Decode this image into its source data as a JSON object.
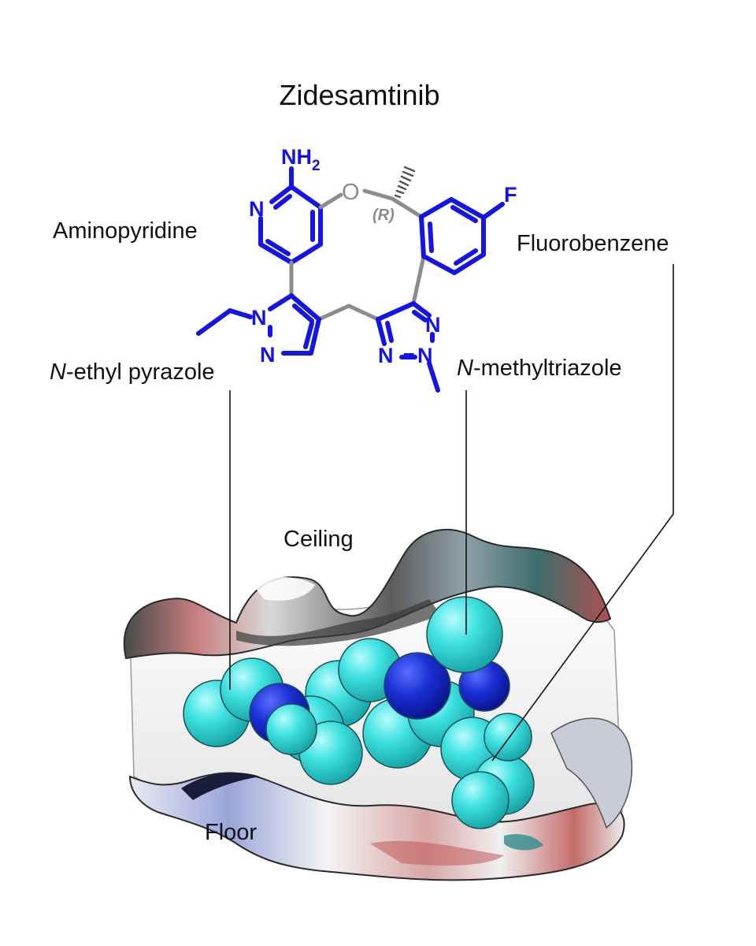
{
  "title": "Zidesamtinib",
  "labels": {
    "aminopyridine": "Aminopyridine",
    "fluorobenzene": "Fluorobenzene",
    "n_ethyl_prefix": "N",
    "n_ethyl_rest": "-ethyl pyrazole",
    "n_methyl_prefix": "N",
    "n_methyl_rest": "-methyltriazole",
    "ceiling": "Ceiling",
    "floor": "Floor"
  },
  "atoms": {
    "nh2_main": "NH",
    "nh2_sub": "2",
    "pyridine_n": "N",
    "ether_o": "O",
    "fluorine": "F",
    "stereo": "(R)",
    "pyrazole_n1": "N",
    "pyrazole_n2": "N",
    "triazole_n1": "N",
    "triazole_n2": "N",
    "triazole_n3": "N"
  },
  "colors": {
    "ring_blue": "#1414e6",
    "linker_gray": "#8c8c8c",
    "sphere_cyan": "#35dede",
    "sphere_blue": "#1a2fd0",
    "surface_white": "#f2f2f2",
    "surface_red": "#c05a5a",
    "surface_dark": "#3a3a3a"
  }
}
